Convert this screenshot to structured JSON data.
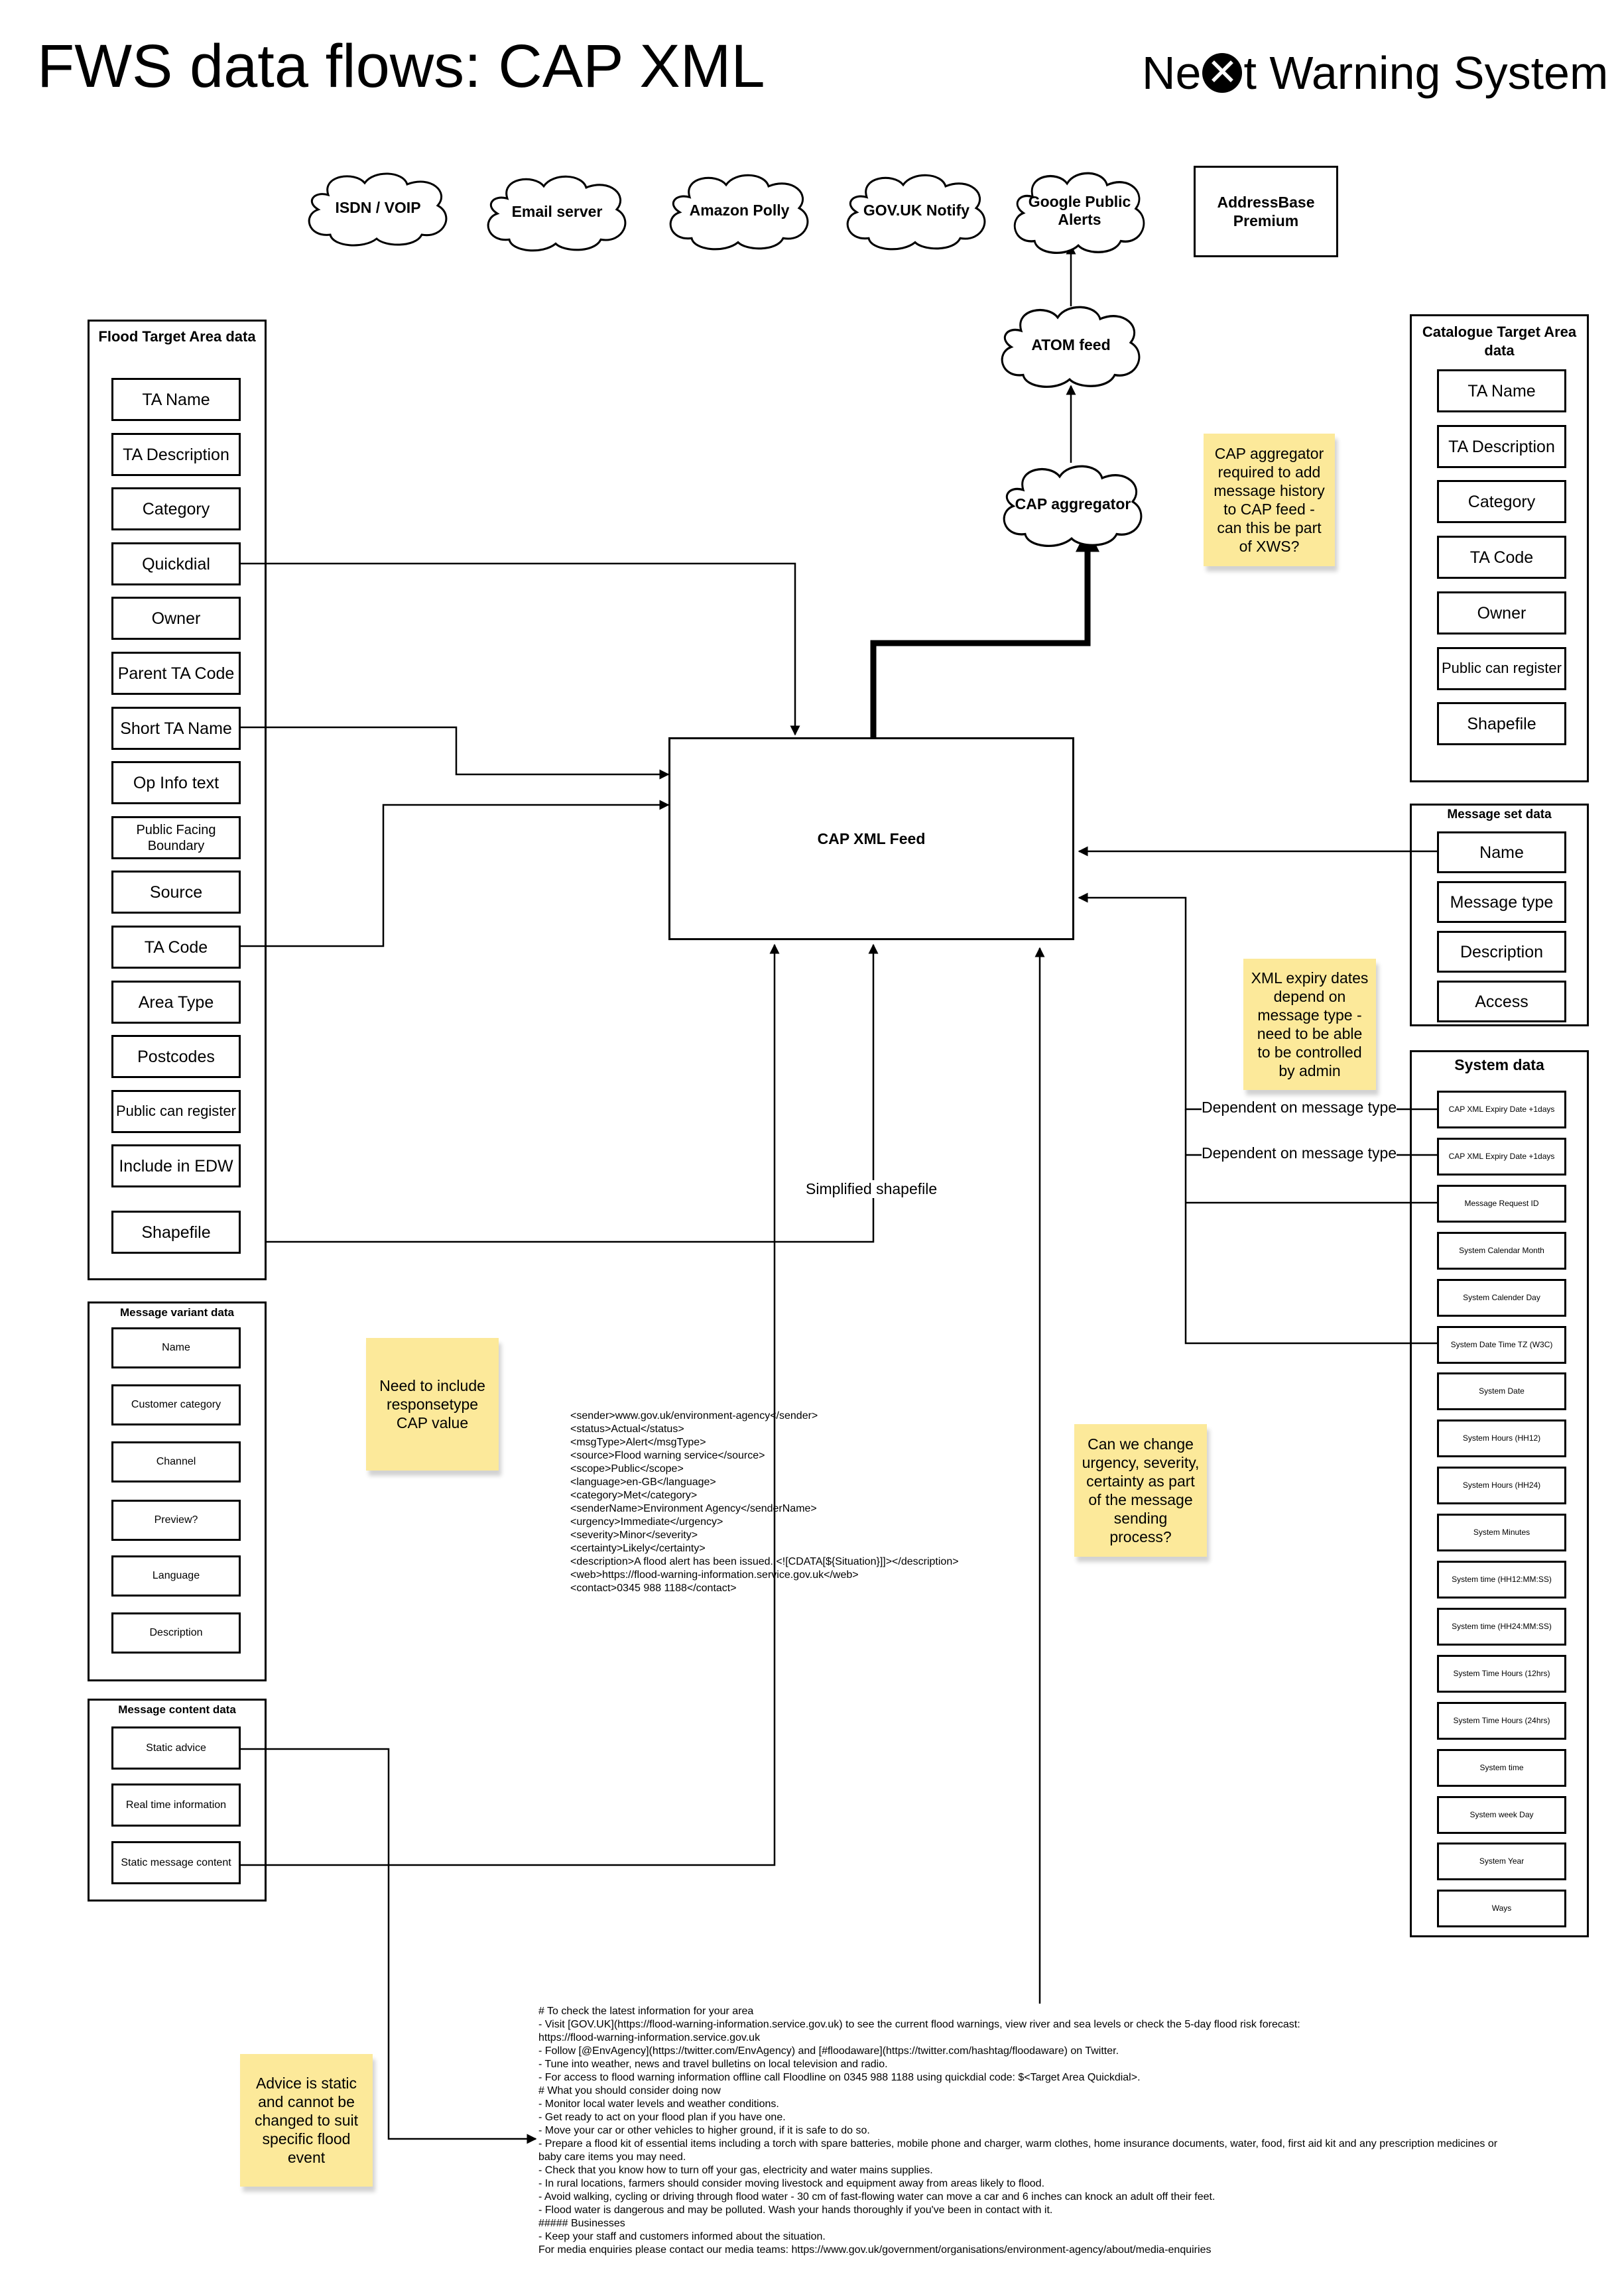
{
  "title": "FWS data flows: CAP XML",
  "logo": {
    "pre": "Ne",
    "mark": "✕",
    "post": "t Warning System"
  },
  "clouds": [
    "ISDN / VOIP",
    "Email server",
    "Amazon Polly",
    "GOV.UK Notify",
    "Google Public Alerts",
    "ATOM feed",
    "CAP aggregator"
  ],
  "addressbase": "AddressBase Premium",
  "cap_feed": "CAP XML Feed",
  "flood_ta": {
    "title": "Flood Target Area data",
    "items": [
      "TA Name",
      "TA Description",
      "Category",
      "Quickdial",
      "Owner",
      "Parent TA Code",
      "Short TA Name",
      "Op Info text",
      "Public Facing Boundary",
      "Source",
      "TA Code",
      "Area Type",
      "Postcodes",
      "Public can register",
      "Include in EDW",
      "Shapefile"
    ]
  },
  "catalogue_ta": {
    "title": "Catalogue Target Area data",
    "items": [
      "TA Name",
      "TA Description",
      "Category",
      "TA Code",
      "Owner",
      "Public can register",
      "Shapefile"
    ]
  },
  "message_set": {
    "title": "Message set data",
    "items": [
      "Name",
      "Message type",
      "Description",
      "Access"
    ]
  },
  "system_data": {
    "title": "System data",
    "items": [
      "CAP XML Expiry Date +1days",
      "CAP XML  Expiry Date +1days",
      "Message Request ID",
      "System Calendar Month",
      "System Calender Day",
      "System Date Time TZ (W3C)",
      "System Date",
      "System Hours (HH12)",
      "System Hours (HH24)",
      "System Minutes",
      "System time (HH12:MM:SS)",
      "System time (HH24:MM:SS)",
      "System Time Hours (12hrs)",
      "System Time Hours (24hrs)",
      "System time",
      "System week Day",
      "System Year",
      "Ways"
    ]
  },
  "message_variant": {
    "title": "Message variant data",
    "items": [
      "Name",
      "Customer category",
      "Channel",
      "Preview?",
      "Language",
      "Description"
    ]
  },
  "message_content": {
    "title": "Message content data",
    "items": [
      "Static advice",
      "Real time information",
      "Static message content"
    ]
  },
  "stickies": {
    "cap_aggregator": "CAP aggregator required to add message history to CAP feed - can this be part of XWS?",
    "xml_expiry": "XML expiry dates depend on message type - need to be able to be controlled by admin",
    "responsetype": "Need to include responsetype CAP value",
    "urgency": "Can we change urgency, severity, certainty as part of the message sending process?",
    "advice": "Advice is static and cannot be changed to suit specific flood event"
  },
  "labels": {
    "dep1": "Dependent on message type",
    "dep2": "Dependent on message type",
    "shapefile": "Simplified shapefile"
  },
  "cap_snippet": "<sender>www.gov.uk/environment-agency</sender>\n<status>Actual</status>\n<msgType>Alert</msgType>\n<source>Flood warning service</source>\n<scope>Public</scope>\n<language>en-GB</language>\n<category>Met</category>\n<senderName>Environment Agency</senderName>\n<urgency>Immediate</urgency>\n<severity>Minor</severity>\n<certainty>Likely</certainty>\n<description>A flood alert has been issued. <![CDATA[${Situation}]]></description>\n<web>https://flood-warning-information.service.gov.uk</web>\n<contact>0345 988 1188</contact>",
  "advice_text": "# To check the latest information for your area\n- Visit [GOV.UK](https://flood-warning-information.service.gov.uk) to see the current flood warnings, view river and sea levels or check the 5-day flood risk forecast:\nhttps://flood-warning-information.service.gov.uk\n- Follow [@EnvAgency](https://twitter.com/EnvAgency) and [#floodaware](https://twitter.com/hashtag/floodaware) on Twitter.\n- Tune into weather, news and travel bulletins on local television and radio.\n- For access to flood warning information offline call Floodline on 0345 988 1188 using quickdial code: $<Target Area Quickdial>.\n# What you should consider doing now\n- Monitor local water levels and weather conditions.\n- Get ready to act on your flood plan if you have one.\n- Move your car or other vehicles to higher ground, if it is safe to do so.\n- Prepare a flood kit of essential items including a torch with spare batteries, mobile phone and charger, warm clothes, home insurance documents, water, food, first aid kit and any prescription medicines or\nbaby care items you may need.\n- Check that you know how to turn off your gas, electricity and water mains supplies.\n- In rural locations, farmers should consider moving livestock and equipment away from areas likely to flood.\n- Avoid walking, cycling or driving through flood water - 30 cm of fast-flowing water can move a car and 6 inches can knock an adult off their feet.\n- Flood water is dangerous and may be polluted. Wash your hands thoroughly if you've been in contact with it.\n##### Businesses\n- Keep your staff and customers informed about the situation.\nFor media enquiries please contact our media teams: https://www.gov.uk/government/organisations/environment-agency/about/media-enquiries"
}
